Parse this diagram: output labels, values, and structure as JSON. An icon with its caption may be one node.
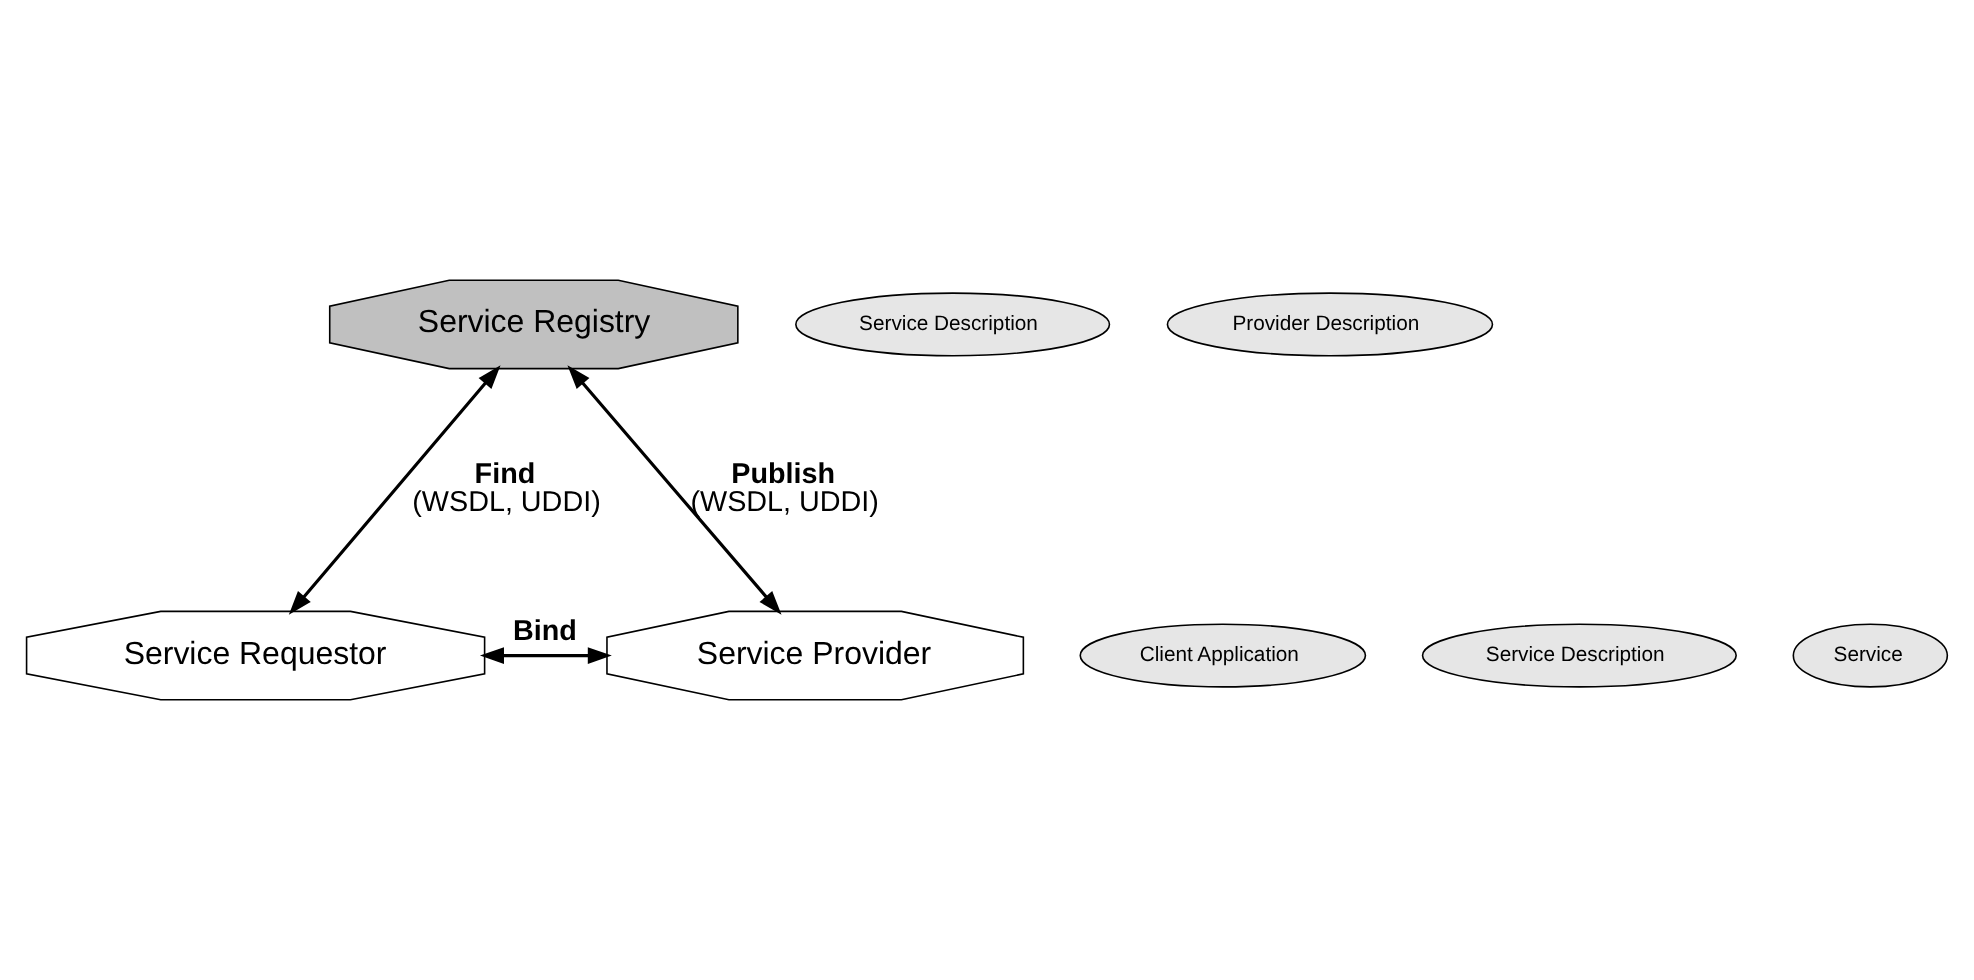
{
  "diagram": {
    "nodes": [
      {
        "text": [
          "Service Registry"
        ]
      },
      {
        "text": [
          "Service Description"
        ]
      },
      {
        "text": [
          "Provider Description"
        ]
      },
      {
        "text": [
          "Service Requestor"
        ]
      },
      {
        "text": [
          "Client Application"
        ]
      },
      {
        "text": [
          "Service Provider"
        ]
      },
      {
        "text": [
          "Service Description"
        ]
      },
      {
        "text": [
          "Service"
        ]
      }
    ],
    "edges": [
      {
        "from": 0,
        "to": 3,
        "arrow": "both",
        "label": "**Find** (WSDL, UDDI)"
      },
      {
        "from": 0,
        "to": 5,
        "arrow": "both",
        "label": "**Publish** (WSDL, UDDI)"
      },
      {
        "from": 3,
        "to": 5,
        "arrow": "both",
        "label": "**Bind**"
      }
    ]
  }
}
